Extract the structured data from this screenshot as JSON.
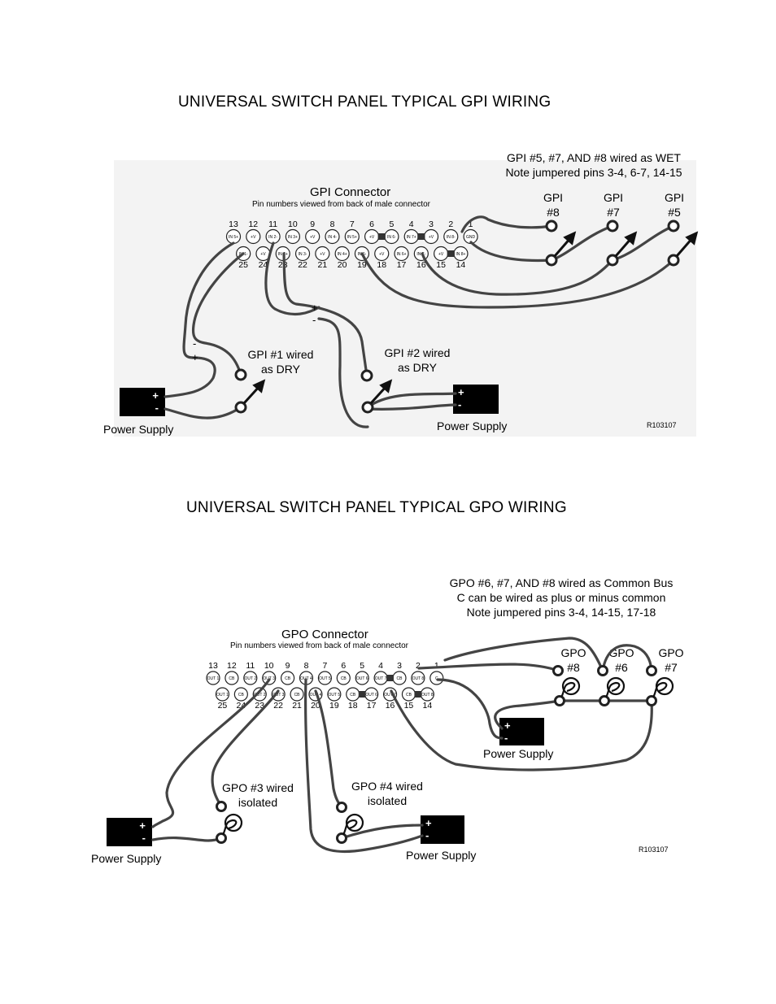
{
  "gpi": {
    "title": "UNIVERSAL SWITCH PANEL TYPICAL GPI WIRING",
    "note_lines": [
      "GPI #5, #7, AND #8 wired as WET",
      "Note jumpered pins 3-4, 6-7, 14-15"
    ],
    "connector_title": "GPI Connector",
    "connector_subtitle": "Pin numbers viewed from back of male connector",
    "top_pins": [
      "13",
      "12",
      "11",
      "10",
      "9",
      "8",
      "7",
      "6",
      "5",
      "4",
      "3",
      "2",
      "1"
    ],
    "bottom_pins": [
      "25",
      "24",
      "23",
      "22",
      "21",
      "20",
      "19",
      "18",
      "17",
      "16",
      "15",
      "14"
    ],
    "top_pin_labels": [
      "IN 5+",
      "+V",
      "IN 2-",
      "IN 3+",
      "+V",
      "IN 4-",
      "IN 5+",
      "+V",
      "IN 6-",
      "IN 7+",
      "+V",
      "IN 8-",
      "GND"
    ],
    "bottom_pin_labels": [
      "IN 1-",
      "+V",
      "IN 2+",
      "IN 3-",
      "+V",
      "IN 4+",
      "IN 6-",
      "+V",
      "IN 6+",
      "IN 7-",
      "+V",
      "IN 8+"
    ],
    "gpi8": [
      "GPI",
      "#8"
    ],
    "gpi7": [
      "GPI",
      "#7"
    ],
    "gpi5": [
      "GPI",
      "#5"
    ],
    "gpi1": [
      "GPI #1 wired",
      "as DRY"
    ],
    "gpi2": [
      "GPI #2 wired",
      "as DRY"
    ],
    "psu_plus": "+",
    "psu_minus": "-",
    "power_supply_label": "Power Supply",
    "ref": "R103107"
  },
  "gpo": {
    "title": "UNIVERSAL SWITCH PANEL TYPICAL GPO WIRING",
    "note_lines": [
      "GPO #6, #7, AND #8 wired as Common Bus",
      "C can be wired as plus or minus common",
      "Note jumpered pins 3-4, 14-15, 17-18"
    ],
    "connector_title": "GPO Connector",
    "connector_subtitle": "Pin numbers viewed from back of male connector",
    "top_pins": [
      "13",
      "12",
      "11",
      "10",
      "9",
      "8",
      "7",
      "6",
      "5",
      "4",
      "3",
      "2",
      "1"
    ],
    "bottom_pins": [
      "25",
      "24",
      "23",
      "22",
      "21",
      "20",
      "19",
      "18",
      "17",
      "16",
      "15",
      "14"
    ],
    "top_pin_labels": [
      "OUT 1",
      "CB",
      "OUT 2",
      "OUT 3",
      "CB",
      "OUT 4",
      "OUT 5",
      "CB",
      "OUT 6",
      "OUT 7",
      "CB",
      "OUT 8",
      "C"
    ],
    "bottom_pin_labels": [
      "OUT 1",
      "CB",
      "OUT 2",
      "OUT 3",
      "CB",
      "OUT 4",
      "OUT 5",
      "CB",
      "OUT 6",
      "OUT 7",
      "CB",
      "OUT 8"
    ],
    "gpo8": [
      "GPO",
      "#8"
    ],
    "gpo6": [
      "GPO",
      "#6"
    ],
    "gpo7": [
      "GPO",
      "#7"
    ],
    "gpo3": [
      "GPO #3 wired",
      "isolated"
    ],
    "gpo4": [
      "GPO #4 wired",
      "isolated"
    ],
    "psu_plus": "+",
    "psu_minus": "-",
    "power_supply_label": "Power Supply",
    "ref": "R103107"
  }
}
